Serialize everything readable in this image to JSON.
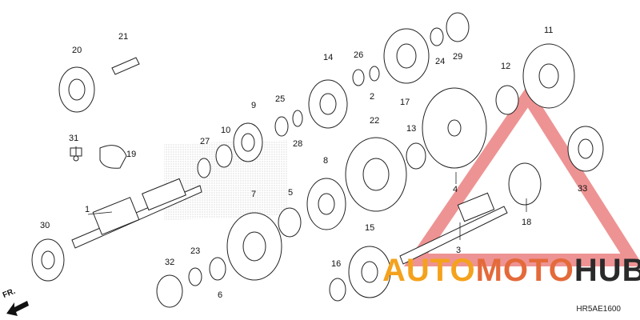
{
  "diagram": {
    "code": "HR5AE1600",
    "direction_label": "FR.",
    "watermark_text": [
      "AUTO",
      "MOTO",
      "HUB"
    ],
    "callouts": [
      "1",
      "2",
      "3",
      "4",
      "5",
      "6",
      "7",
      "8",
      "9",
      "10",
      "11",
      "12",
      "13",
      "14",
      "15",
      "16",
      "17",
      "18",
      "19",
      "20",
      "21",
      "22",
      "23",
      "24",
      "25",
      "26",
      "27",
      "28",
      "29",
      "30",
      "31",
      "32",
      "33"
    ]
  },
  "colors": {
    "line": "#222222",
    "watermark_red": "#e03a3a",
    "watermark_orange": "#f4a21d"
  }
}
